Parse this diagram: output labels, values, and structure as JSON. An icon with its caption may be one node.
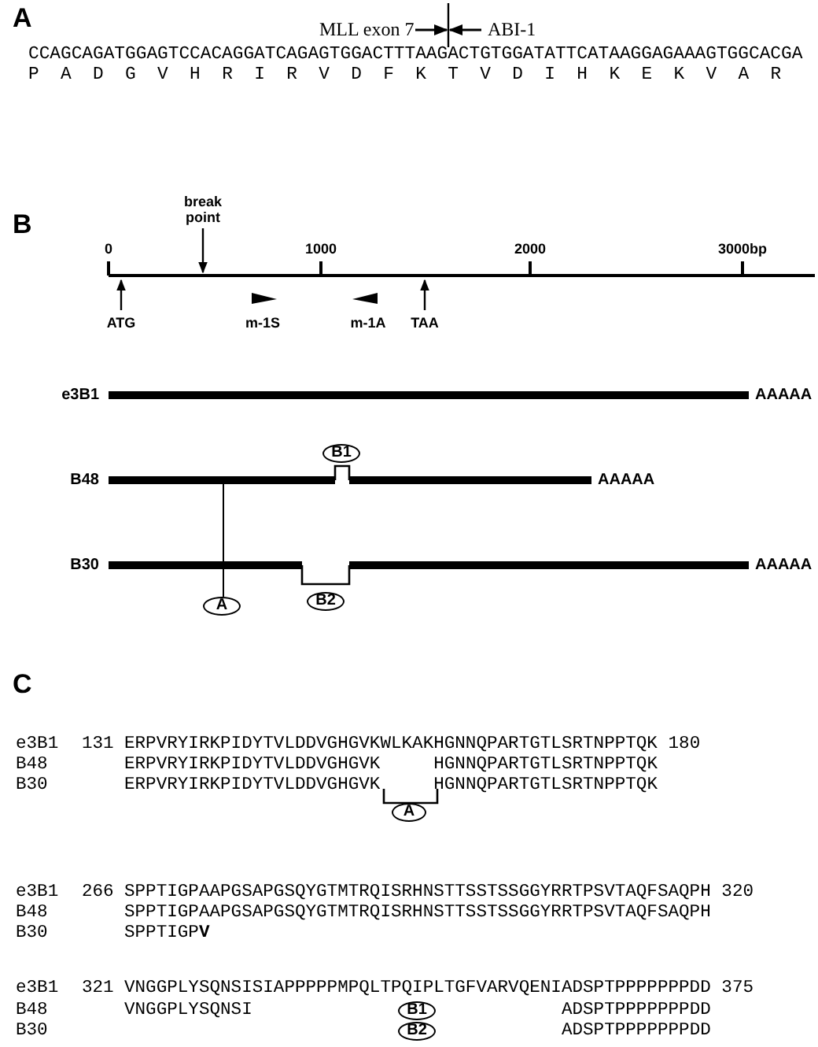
{
  "diagram": {
    "nodes": [
      {
        "text": [],
        "shape": "bar",
        "beside": [
          "e3B1",
          "AAAAA"
        ]
      },
      {
        "text": [
          "B1"
        ]
      },
      {
        "text": [],
        "shape": "bar",
        "beside": [
          "B48",
          "AAAAA"
        ]
      },
      {
        "text": [],
        "shape": "bar",
        "beside": [
          "B30",
          "AAAAA"
        ]
      },
      {
        "text": [
          "A"
        ]
      },
      {
        "text": [
          "B2"
        ]
      },
      {
        "text": [
          "A"
        ]
      },
      {
        "text": [
          "B1"
        ]
      },
      {
        "text": [
          "B2"
        ]
      }
    ],
    "edges": [
      {
        "from": 4,
        "to": 3,
        "arrow": "none"
      },
      {
        "from": 4,
        "to": 2,
        "arrow": "none"
      }
    ],
    "labels": [
      "A",
      "MLL exon 7",
      "ABI-1",
      "CCAGCAGATGGAGTCCACAGGATCAGAGTGGACTTTAAGACTGTGGATATTCATAAGGAGAAAGTGGCACGA",
      "P A D G V H R I R V D F K T V D I H K E K V A R",
      "B",
      "break point",
      "0",
      "1000",
      "2000",
      "3000bp",
      "ATG",
      "m-1S",
      "m-1A",
      "TAA",
      "C",
      "e3B1",
      "131",
      "ERPVRYIRKPIDYTVLDDVGHGVKWLKAKHGNNQPARTGTLSRTNPPTQK",
      "180",
      "B48",
      "ERPVRYIRKPIDYTVLDDVGHGVK",
      "HGNNQPARTGTLSRTNPPTQK",
      "B30",
      "ERPVRYIRKPIDYTVLDDVGHGVK",
      "HGNNQPARTGTLSRTNPPTQK",
      "e3B1",
      "266",
      "SPPTIGPAAPGSAPGSQYGTMTRQISRHNSTTSSTSSGGYRRTPSVTAQFSAQPH",
      "320",
      "B48",
      "SPPTIGPAAPGSAPGSQYGTMTRQISRHNSTTSSTSSGGYRRTPSVTAQFSAQPH",
      "B30",
      "SPPTIGP**V**",
      "e3B1",
      "321",
      "VNGGPLYSQNSISIAPPPPPMPQLTPQIPLTGFVARVQENIADSPTPPPPPPPDD",
      "375",
      "B48",
      "VNGGPLYSQNSI",
      "ADSPTPPPPPPPDD",
      "B30",
      "ADSPTPPPPPPPDD"
    ]
  }
}
